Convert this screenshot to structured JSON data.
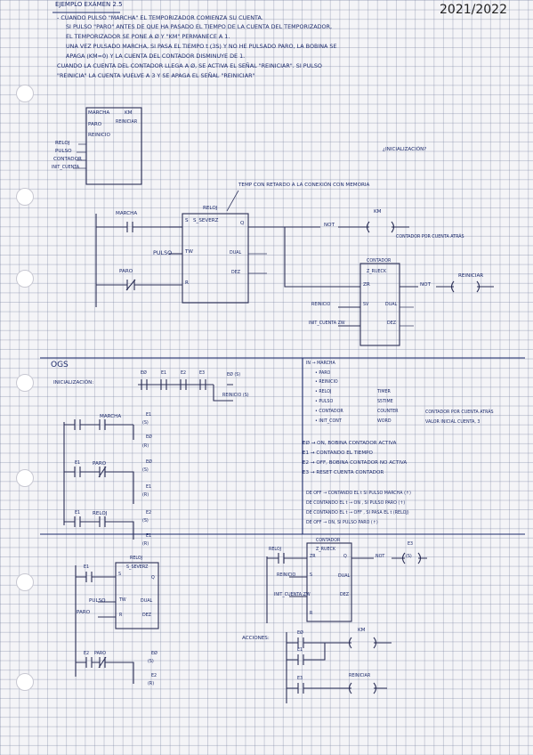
{
  "header": {
    "title": "EJEMPLO EXAMEN 2.5",
    "year": "2021/2022"
  },
  "statement": [
    "- CUANDO PULSO \"MARCHA\" EL TEMPORIZADOR COMIENZA SU CUENTA.",
    "SI PULSO \"PARO\" ANTES DE QUE HA PASADO EL TIEMPO DE LA CUENTA DEL TEMPORIZADOR,",
    "EL TEMPORIZADOR SE PONE A Ø Y \"KM\" PERMANECE A 1.",
    "UNA VEZ PULSADO MARCHA, SI PASA EL TIEMPO t (3S) Y NO HE PULSADO PARO, LA BOBINA SE",
    "APAGA (KM=0) Y LA CUENTA DEL CONTADOR DISMINUYE DE 1.",
    "CUANDO LA CUENTA DEL CONTADOR LLEGA A Ø, SE ACTIVA EL SEÑAL \"REINICIAR\". SI PULSO",
    "\"REINICIA\" LA CUENTA VUELVE A 3 Y SE APAGA EL SEÑAL \"REINICIAR\""
  ],
  "block": {
    "inputs": [
      "MARCHA",
      "PARO",
      "REINICIO"
    ],
    "outputs": [
      "KM",
      "REINICIAR"
    ],
    "vars": [
      "RELOJ",
      "PULSO",
      "CONTADOR",
      "INIT_CUENTA"
    ],
    "question": "¿INICIALIZACIÓN?"
  },
  "ladder1": {
    "timer_note": "TEMP CON RETARDO A LA CONEXIÓN CON MEMORIA",
    "marcha": "MARCHA",
    "paro": "PARO",
    "pulso": "PULSO",
    "tw": "TW",
    "r": "R",
    "s": "S",
    "reloj": "RELOJ",
    "timer_type": "S_SEVERZ",
    "q": "Q",
    "dual": "DUAL",
    "dez": "DEZ",
    "not": "NOT",
    "km": "KM",
    "counter_note": "CONTADOR POR CUENTA ATRÁS",
    "contador": "CONTADOR",
    "counter_type": "Z_RUECK",
    "zr": "ZR",
    "reinicio": "REINICIO",
    "sv": "SV",
    "zw": "INIT_CUENTA ZW",
    "dual2": "DUAL",
    "dez2": "DEZ",
    "reiniciar": "REINICIAR"
  },
  "ogs": {
    "title": "OGS",
    "init_label": "INICIALIZACIÓN:",
    "e_states": [
      "EØ",
      "E1",
      "E2",
      "E3"
    ],
    "set_e0": "EØ (S)",
    "reinicio": "REINICIO (S)",
    "marcha": "MARCHA",
    "paro": "PARO",
    "reloj": "RELOJ",
    "e1": "E1",
    "e0": "EØ",
    "e2": "E2",
    "e3": "E3",
    "s": "(S)",
    "r": "(R)"
  },
  "io_table": {
    "rows": [
      [
        "IN → MARCHA",
        "",
        ""
      ],
      [
        "• PARO",
        "",
        ""
      ],
      [
        "• REINICIO",
        "",
        ""
      ],
      [
        "• RELOJ",
        "TIMER",
        ""
      ],
      [
        "• PULSO",
        "S5TIME",
        ""
      ],
      [
        "• CONTADOR",
        "COUNTER",
        "CONTADOR POR CUENTA ATRÁS"
      ],
      [
        "• INIT_CONT",
        "WORD",
        "VALOR INICIAL CUENTA, 3"
      ]
    ]
  },
  "states": [
    "EØ → ON, BOBINA CONTADOR ACTIVA",
    "E1 → CONTANDO EL TIEMPO",
    "E2 → OFF, BOBINA CONTADOR NO ACTIVA",
    "E3 → RESET CUENTA CONTADOR"
  ],
  "transitions": [
    "DE OFF → CONTANDO EL t SI PULSO MARCHA (↑)",
    "DE CONTANDO EL t → ON , SI PULSO PARO (↑)",
    "DE CONTANDO EL t → OFF , SI PASA EL t (RELOJ)",
    "DE OFF → ON, SI PULSO PARO (↑)"
  ],
  "ladder2": {
    "e1": "E1",
    "reloj": "RELOJ",
    "timer_type": "S_SEVERZ",
    "s": "S",
    "q": "Q",
    "pulso": "PULSO",
    "tw": "TW",
    "dual": "DUAL",
    "paro": "PARO",
    "r": "R",
    "dez": "DEZ",
    "e2": "E2",
    "paro2": "PARO",
    "e0": "EØ",
    "s_coil": "(S)",
    "e2b": "E2",
    "r_coil": "(R)"
  },
  "ladder3": {
    "reloj": "RELOJ",
    "contador": "CONTADOR",
    "counter_type": "Z_RUECK",
    "zr": "ZR",
    "q": "Q",
    "not": "NOT",
    "e3": "E3",
    "s_coil": "(S)",
    "reinicio": "REINICIO",
    "s": "S",
    "dual": "DUAL",
    "zw": "INIT_CUENTA ZW",
    "dez": "DEZ",
    "r": "R"
  },
  "acciones": {
    "label": "ACCIONES:",
    "e0": "EØ",
    "e1": "E1",
    "km": "KM",
    "e3": "E3",
    "reiniciar": "REINICIAR"
  }
}
